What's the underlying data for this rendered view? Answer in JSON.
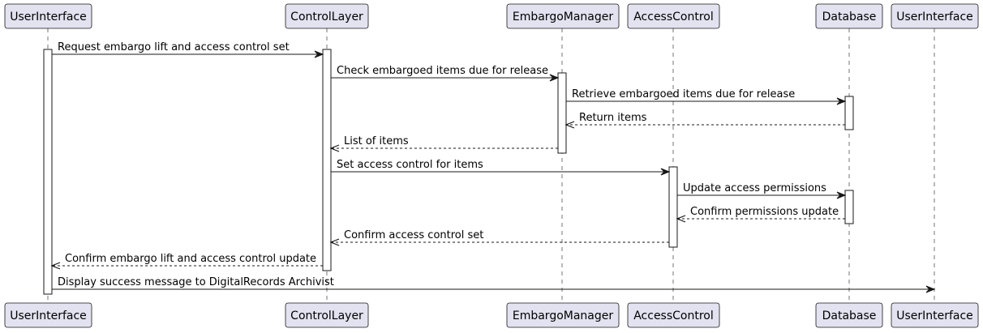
{
  "participants": [
    {
      "id": "ui1",
      "label": "UserInterface"
    },
    {
      "id": "cl",
      "label": "ControlLayer"
    },
    {
      "id": "em",
      "label": "EmbargoManager"
    },
    {
      "id": "ac",
      "label": "AccessControl"
    },
    {
      "id": "db",
      "label": "Database"
    },
    {
      "id": "ui2",
      "label": "UserInterface"
    }
  ],
  "messages": [
    {
      "from": "ui1",
      "to": "cl",
      "label": "Request embargo lift and access control set",
      "style": "sync"
    },
    {
      "from": "cl",
      "to": "em",
      "label": "Check embargoed items due for release",
      "style": "sync"
    },
    {
      "from": "em",
      "to": "db",
      "label": "Retrieve embargoed items due for release",
      "style": "sync"
    },
    {
      "from": "db",
      "to": "em",
      "label": "Return items",
      "style": "reply"
    },
    {
      "from": "em",
      "to": "cl",
      "label": "List of items",
      "style": "reply"
    },
    {
      "from": "cl",
      "to": "ac",
      "label": "Set access control for items",
      "style": "sync"
    },
    {
      "from": "ac",
      "to": "db",
      "label": "Update access permissions",
      "style": "sync"
    },
    {
      "from": "db",
      "to": "ac",
      "label": "Confirm permissions update",
      "style": "reply"
    },
    {
      "from": "ac",
      "to": "cl",
      "label": "Confirm access control set",
      "style": "reply"
    },
    {
      "from": "cl",
      "to": "ui1",
      "label": "Confirm embargo lift and access control update",
      "style": "reply"
    },
    {
      "from": "ui1",
      "to": "ui2",
      "label": "Display success message to DigitalRecords Archivist",
      "style": "sync"
    }
  ],
  "activations": [
    {
      "participant": "ui1",
      "from_msg": 0,
      "to_msg": 10
    },
    {
      "participant": "cl",
      "from_msg": 0,
      "to_msg": 9
    },
    {
      "participant": "em",
      "from_msg": 1,
      "to_msg": 4
    },
    {
      "participant": "db",
      "from_msg": 2,
      "to_msg": 3
    },
    {
      "participant": "ac",
      "from_msg": 5,
      "to_msg": 8
    },
    {
      "participant": "db",
      "from_msg": 6,
      "to_msg": 7
    }
  ]
}
